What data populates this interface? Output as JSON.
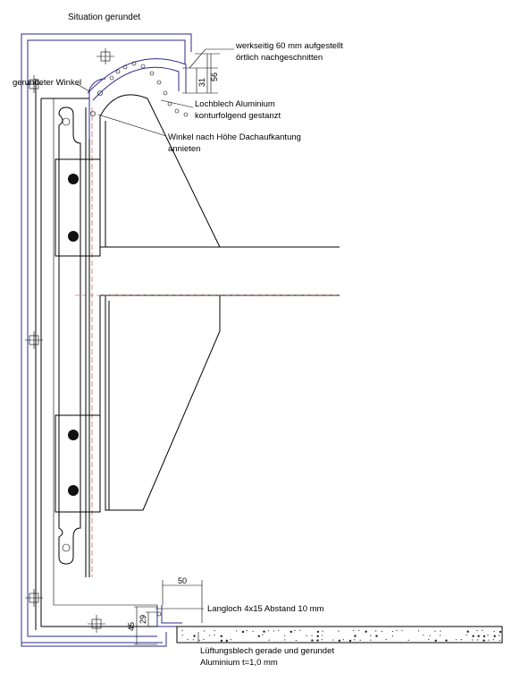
{
  "title": "Situation gerundet",
  "labels": {
    "werkseitig_line1": "werkseitig 60 mm aufgestellt",
    "werkseitig_line2": "örtlich nachgeschnitten",
    "gerundeter_winkel": "gerundeter Winkel",
    "lochblech_line1": "Lochblech Aluminium",
    "lochblech_line2": "konturfolgend gestanzt",
    "winkel_line1": "Winkel nach Höhe Dachaufkantung",
    "winkel_line2": "annieten",
    "langloch": "Langloch 4x15 Abstand 10 mm",
    "lueftung_line1": "Lüftungsblech gerade und gerundet",
    "lueftung_line2": "Aluminium t=1,0 mm"
  },
  "dimensions": {
    "top_56": "56",
    "top_31": "31",
    "bottom_50": "50",
    "bottom_45": "45",
    "bottom_29": "29"
  }
}
